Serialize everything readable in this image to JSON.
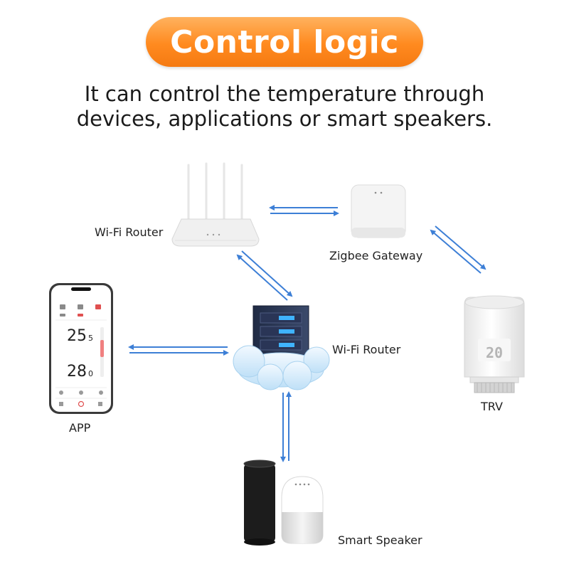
{
  "title": "Control logic",
  "subtitle_line1": "It can control the temperature through",
  "subtitle_line2": "devices, applications or smart speakers.",
  "nodes": {
    "wifi_router_top": "Wi-Fi Router",
    "zigbee_gateway": "Zigbee Gateway",
    "cloud_server": "Wi-Fi Router",
    "trv": "TRV",
    "app": "APP",
    "smart_speaker": "Smart Speaker"
  },
  "phone_screen": {
    "temp_current": "25",
    "temp_current_decimal": "5",
    "temp_set": "28",
    "temp_set_decimal": "0"
  },
  "trv_display": "20",
  "colors": {
    "accent": "#ff8a1f",
    "arrow": "#3d7fd6"
  }
}
